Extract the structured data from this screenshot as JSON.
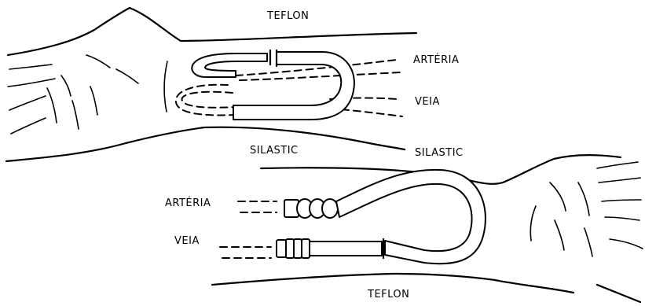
{
  "labels": {
    "teflon_top": "TEFLON",
    "arteria_right": "ARTÉRIA",
    "veia_right": "VEIA",
    "silastic_mid_left": "SILASTIC",
    "silastic_mid_right": "SILASTIC",
    "arteria_left": "ARTÉRIA",
    "veia_left": "VEIA",
    "teflon_bottom": "TEFLON"
  }
}
